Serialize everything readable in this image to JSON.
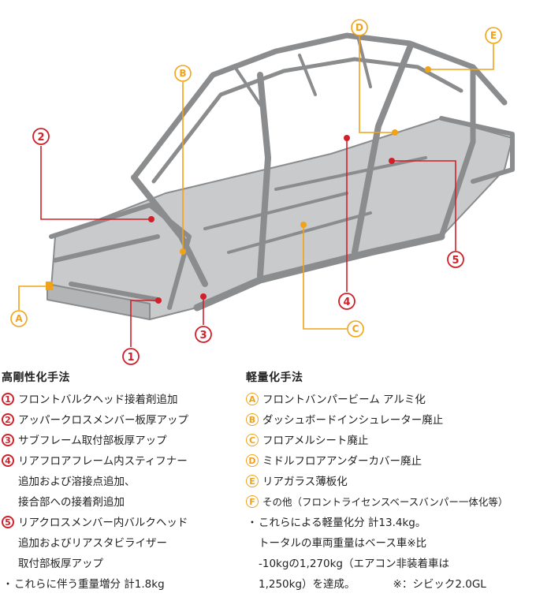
{
  "diagram": {
    "callouts_red": [
      {
        "id": "1",
        "label": "1"
      },
      {
        "id": "2",
        "label": "2"
      },
      {
        "id": "3",
        "label": "3"
      },
      {
        "id": "4",
        "label": "4"
      },
      {
        "id": "5",
        "label": "5"
      }
    ],
    "callouts_orange": [
      {
        "id": "A",
        "label": "A"
      },
      {
        "id": "B",
        "label": "B"
      },
      {
        "id": "C",
        "label": "C"
      },
      {
        "id": "D",
        "label": "D"
      },
      {
        "id": "E",
        "label": "E"
      }
    ],
    "colors": {
      "rigidity": "#d0202a",
      "lightweight": "#f0a318",
      "frame": "#8a8c8e"
    }
  },
  "rigidity": {
    "title": "高剛性化手法",
    "items": [
      {
        "badge": "1",
        "lines": [
          "フロントバルクヘッド接着剤追加"
        ]
      },
      {
        "badge": "2",
        "lines": [
          "アッパークロスメンバー板厚アップ"
        ]
      },
      {
        "badge": "3",
        "lines": [
          "サブフレーム取付部板厚アップ"
        ]
      },
      {
        "badge": "4",
        "lines": [
          "リアフロアフレーム内スティフナー",
          "追加および溶接点追加、",
          "接合部への接着剤追加"
        ]
      },
      {
        "badge": "5",
        "lines": [
          "リアクロスメンバー内バルクヘッド",
          "追加およびリアスタビライザー",
          "取付部板厚アップ"
        ]
      }
    ],
    "note": {
      "bullet": "・",
      "text": "これらに伴う重量増分 計1.8kg"
    }
  },
  "lightweight": {
    "title": "軽量化手法",
    "items": [
      {
        "badge": "A",
        "text": "フロントバンパービーム アルミ化"
      },
      {
        "badge": "B",
        "text": "ダッシュボードインシュレーター廃止"
      },
      {
        "badge": "C",
        "text": "フロアメルシート廃止"
      },
      {
        "badge": "D",
        "text": "ミドルフロアアンダーカバー廃止"
      },
      {
        "badge": "E",
        "text": "リアガラス薄板化"
      },
      {
        "badge": "F",
        "text": "その他（フロントライセンスベースバンパー一体化等）"
      }
    ],
    "note": {
      "bullet": "・",
      "lines": [
        "これらによる軽量化分 計13.4kg。",
        "トータルの車両重量はベース車※比",
        "-10kgの1,270kg（エアコン非装着車は",
        "1,250kg）を達成。"
      ],
      "footnote": "※：シビック2.0GL"
    }
  }
}
